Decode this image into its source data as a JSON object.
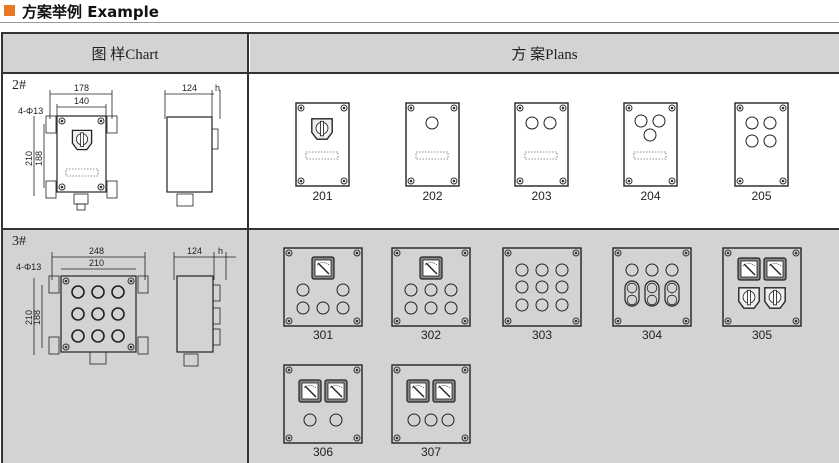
{
  "title": "方案举例 Example",
  "header": {
    "chart": "图  样Chart",
    "plans": "方 案Plans"
  },
  "row2": {
    "tag": "2#",
    "dims": {
      "w_outer": "178",
      "w_inner": "140",
      "holes": "4-Φ13",
      "h_outer": "210",
      "h_inner": "188",
      "depth": "124",
      "h": "h"
    },
    "plans": [
      "201",
      "202",
      "203",
      "204",
      "205"
    ]
  },
  "row3": {
    "tag": "3#",
    "dims": {
      "w_outer": "248",
      "w_inner": "210",
      "holes": "4-Φ13",
      "h_outer": "210",
      "h_inner": "188",
      "depth": "124",
      "h": "h"
    },
    "plans": [
      "301",
      "302",
      "303",
      "304",
      "305",
      "306",
      "307"
    ]
  },
  "colors": {
    "accent": "#e87722",
    "gray": "#d3d3d3"
  }
}
